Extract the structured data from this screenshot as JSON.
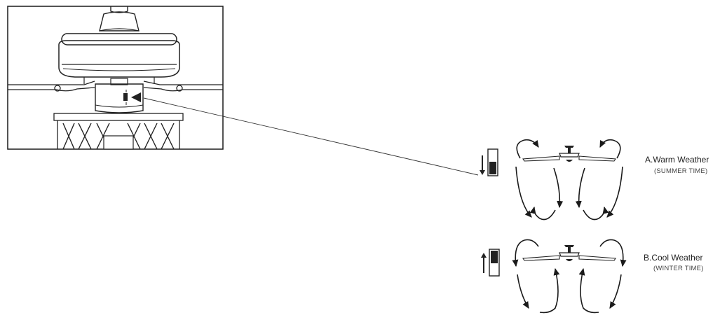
{
  "modes": [
    {
      "key": "warm",
      "title": "A.Warm Weather",
      "subtitle": "(SUMMER TIME)",
      "switch_position": "down",
      "airflow": "downward"
    },
    {
      "key": "cool",
      "title": "B.Cool Weather",
      "subtitle": "(WINTER TIME)",
      "switch_position": "up",
      "airflow": "upward"
    }
  ],
  "colors": {
    "line": "#1a1a1a",
    "background": "#ffffff",
    "switch_fill": "#1a1a1a"
  },
  "icons": [
    "direction-switch-icon",
    "ceiling-fan-icon",
    "airflow-arrow-icon",
    "pointer-line"
  ]
}
